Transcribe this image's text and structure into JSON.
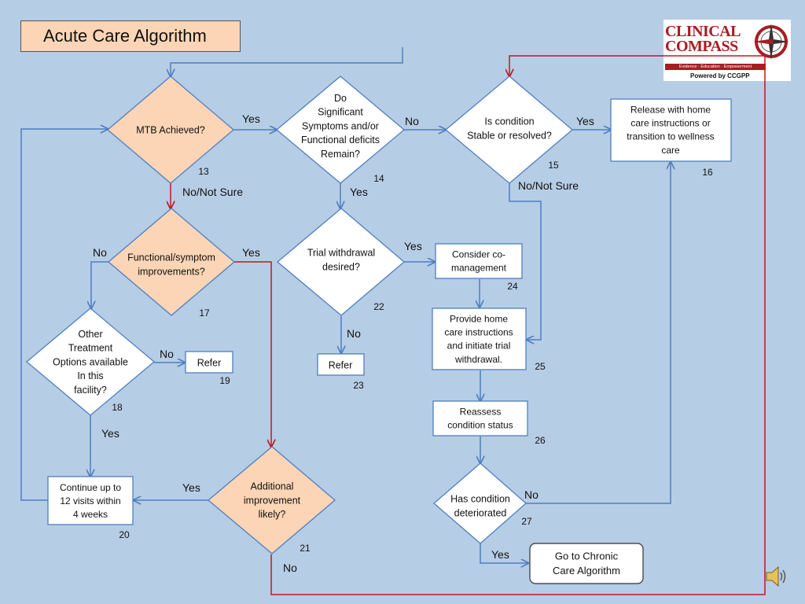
{
  "title": "Acute Care Algorithm",
  "logo": {
    "name_line1": "CLINICAL",
    "name_line2": "COMPASS",
    "tagline": "Evidence · Education · Empowerment",
    "powered_by": "Powered by CCGPP"
  },
  "nodes": {
    "n13": {
      "lines": [
        "MTB Achieved?"
      ],
      "number": "13"
    },
    "n14": {
      "lines": [
        "Do",
        "Significant",
        "Symptoms and/or",
        "Functional deficits",
        "Remain?"
      ],
      "number": "14"
    },
    "n15": {
      "lines": [
        "Is condition",
        "Stable or resolved?"
      ],
      "number": "15"
    },
    "n16": {
      "lines": [
        "Release with home",
        "care instructions or",
        "transition to wellness",
        "care"
      ],
      "number": "16"
    },
    "n17": {
      "lines": [
        "Functional/symptom",
        "improvements?"
      ],
      "number": "17"
    },
    "n18": {
      "lines": [
        "Other",
        "Treatment",
        "Options available",
        "In this",
        "facility?"
      ],
      "number": "18"
    },
    "n19": {
      "lines": [
        "Refer"
      ],
      "number": "19"
    },
    "n20": {
      "lines": [
        "Continue up to",
        "12 visits within",
        "4 weeks"
      ],
      "number": "20"
    },
    "n21": {
      "lines": [
        "Additional",
        "improvement",
        "likely?"
      ],
      "number": "21"
    },
    "n22": {
      "lines": [
        "Trial withdrawal",
        "desired?"
      ],
      "number": "22"
    },
    "n23": {
      "lines": [
        "Refer"
      ],
      "number": "23"
    },
    "n24": {
      "lines": [
        "Consider co-",
        "management"
      ],
      "number": "24"
    },
    "n25": {
      "lines": [
        "Provide home",
        "care instructions",
        "and initiate trial",
        "withdrawal."
      ],
      "number": "25"
    },
    "n26": {
      "lines": [
        "Reassess",
        "condition status"
      ],
      "number": "26"
    },
    "n27": {
      "lines": [
        "Has condition",
        "deteriorated"
      ],
      "number": "27"
    },
    "chronic": {
      "lines": [
        "Go to Chronic",
        "Care Algorithm"
      ]
    }
  },
  "edge_labels": {
    "e13_14": "Yes",
    "e13_17": "No/Not Sure",
    "e14_15": "No",
    "e14_22": "Yes",
    "e15_16": "Yes",
    "e15_25": "No/Not Sure",
    "e17_18": "No",
    "e17_21": "Yes",
    "e18_19": "No",
    "e18_20": "Yes",
    "e21_20": "Yes",
    "e21_no": "No",
    "e22_24": "Yes",
    "e22_23": "No",
    "e27_16": "No",
    "e27_chronic": "Yes"
  },
  "colors": {
    "background": "#b6cde6",
    "decision_peach": "#fbd5b5",
    "flow_line": "#4f7fbf",
    "red_line": "#c0181e",
    "logo_red": "#a81c22"
  }
}
